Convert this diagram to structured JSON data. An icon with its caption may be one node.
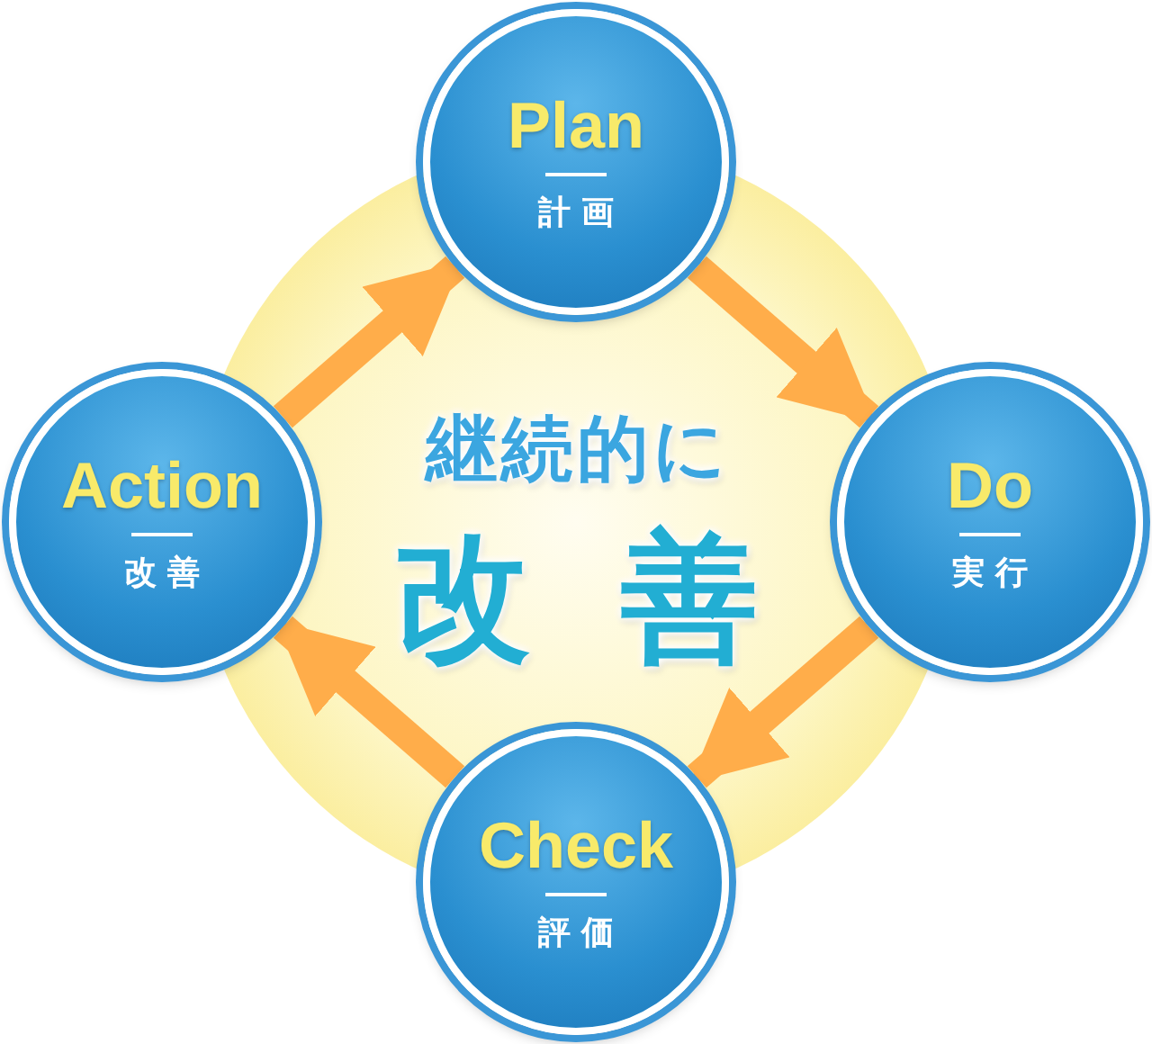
{
  "diagram": {
    "nodes": [
      {
        "text": [
          "Plan",
          "計画"
        ]
      },
      {
        "text": [
          "Do",
          "実行"
        ]
      },
      {
        "text": [
          "Check",
          "評価"
        ]
      },
      {
        "text": [
          "Action",
          "改善"
        ]
      }
    ],
    "edges": [
      {
        "from": 0,
        "to": 1,
        "arrow": "to"
      },
      {
        "from": 1,
        "to": 2,
        "arrow": "to"
      },
      {
        "from": 2,
        "to": 3,
        "arrow": "to"
      },
      {
        "from": 3,
        "to": 0,
        "arrow": "to"
      }
    ],
    "labels": [
      "継続的に",
      "改善"
    ]
  }
}
